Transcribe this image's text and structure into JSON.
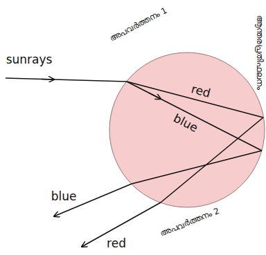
{
  "diagram": {
    "labels": [
      "sunrays",
      "അപവർത്തനം 1",
      "red",
      "blue",
      "ആന്തരപ്രതിഫലനം",
      "blue",
      "അപവർത്തനം 2",
      "red"
    ]
  }
}
